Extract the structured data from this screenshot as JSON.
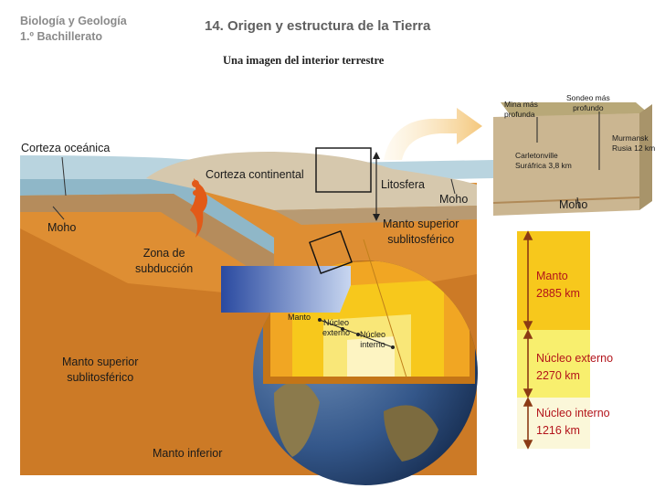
{
  "header": {
    "course_line1": "Biología y Geología",
    "course_line2": "1.º Bachillerato",
    "title": "14. Origen y estructura de la Tierra",
    "subtitle": "Una imagen del interior terrestre"
  },
  "labels": {
    "corteza_oceanica": "Corteza oceánica",
    "corteza_continental": "Corteza continental",
    "litosfera": "Litosfera",
    "moho_right": "Moho",
    "moho_left": "Moho",
    "manto_superior_right_1": "Manto superior",
    "manto_superior_right_2": "sublitosférico",
    "zona_1": "Zona de",
    "zona_2": "subducción",
    "manto_superior_left_1": "Manto superior",
    "manto_superior_left_2": "sublitosférico",
    "manto_inferior": "Manto inferior",
    "globe_manto": "Manto",
    "globe_nucleo_externo_1": "Núcleo",
    "globe_nucleo_externo_2": "externo",
    "globe_nucleo_interno_1": "Núcleo",
    "globe_nucleo_interno_2": "interno"
  },
  "inset": {
    "mina_1": "Mina más",
    "mina_2": "profunda",
    "sondeo_1": "Sondeo más",
    "sondeo_2": "profundo",
    "murmansk_1": "Murmansk",
    "murmansk_2": "Rusia 12 km",
    "carletonville_1": "Carletonville",
    "carletonville_2": "Suráfrica 3,8 km",
    "moho": "Moho"
  },
  "layers_bar": {
    "manto_name": "Manto",
    "manto_thickness": "2885 km",
    "nucleo_externo_name": "Núcleo externo",
    "nucleo_externo_thickness": "2270 km",
    "nucleo_interno_name": "Núcleo interno",
    "nucleo_interno_thickness": "1216 km",
    "colors": {
      "manto": "#f7c81c",
      "nucleo_externo": "#f8ef6e",
      "nucleo_interno": "#fbf7d9",
      "arrow": "#8b3a14"
    }
  }
}
